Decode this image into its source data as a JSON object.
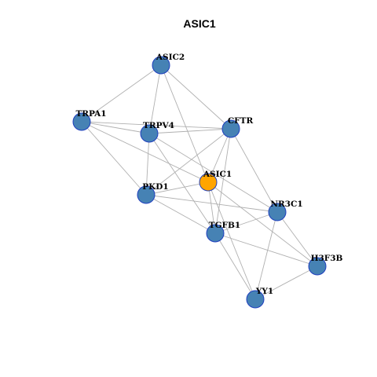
{
  "title": "ASIC1",
  "colors": {
    "default_node": "#4682B4",
    "focus_node": "#FFA500",
    "node_border": "#1F3FBF",
    "edge": "#B0B0B0"
  },
  "graph": {
    "focus": "ASIC1",
    "nodes": [
      {
        "id": "ASIC2",
        "label": "ASIC2"
      },
      {
        "id": "TRPA1",
        "label": "TRPA1"
      },
      {
        "id": "TRPV4",
        "label": "TRPV4"
      },
      {
        "id": "CFTR",
        "label": "CFTR"
      },
      {
        "id": "ASIC1",
        "label": "ASIC1"
      },
      {
        "id": "PKD1",
        "label": "PKD1"
      },
      {
        "id": "NR3C1",
        "label": "NR3C1"
      },
      {
        "id": "TGFB1",
        "label": "TGFB1"
      },
      {
        "id": "H3F3B",
        "label": "H3F3B"
      },
      {
        "id": "YY1",
        "label": "YY1"
      }
    ],
    "edges": [
      [
        "ASIC2",
        "TRPA1"
      ],
      [
        "ASIC2",
        "TRPV4"
      ],
      [
        "ASIC2",
        "CFTR"
      ],
      [
        "ASIC2",
        "ASIC1"
      ],
      [
        "TRPA1",
        "TRPV4"
      ],
      [
        "TRPA1",
        "CFTR"
      ],
      [
        "TRPA1",
        "PKD1"
      ],
      [
        "TRPA1",
        "ASIC1"
      ],
      [
        "TRPV4",
        "CFTR"
      ],
      [
        "TRPV4",
        "PKD1"
      ],
      [
        "TRPV4",
        "TGFB1"
      ],
      [
        "TRPV4",
        "NR3C1"
      ],
      [
        "CFTR",
        "PKD1"
      ],
      [
        "CFTR",
        "ASIC1"
      ],
      [
        "CFTR",
        "TGFB1"
      ],
      [
        "CFTR",
        "NR3C1"
      ],
      [
        "ASIC1",
        "PKD1"
      ],
      [
        "ASIC1",
        "TGFB1"
      ],
      [
        "ASIC1",
        "H3F3B"
      ],
      [
        "ASIC1",
        "YY1"
      ],
      [
        "PKD1",
        "NR3C1"
      ],
      [
        "PKD1",
        "TGFB1"
      ],
      [
        "NR3C1",
        "TGFB1"
      ],
      [
        "NR3C1",
        "H3F3B"
      ],
      [
        "NR3C1",
        "YY1"
      ],
      [
        "TGFB1",
        "H3F3B"
      ],
      [
        "TGFB1",
        "YY1"
      ],
      [
        "H3F3B",
        "YY1"
      ]
    ]
  }
}
